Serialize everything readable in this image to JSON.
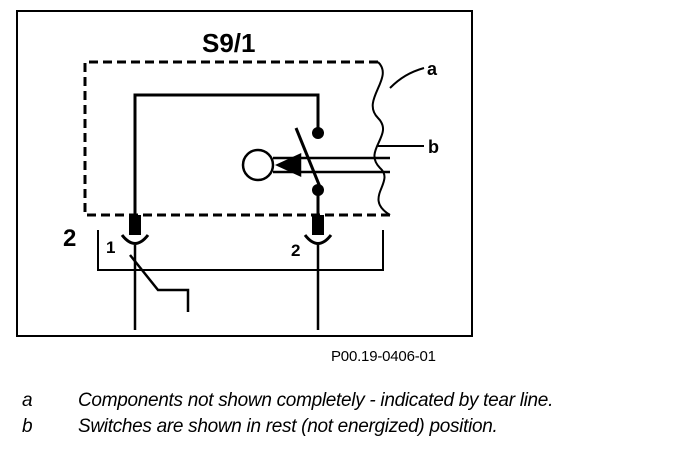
{
  "diagram": {
    "component_label": "S9/1",
    "connector_label": "2",
    "pin_labels": [
      "1",
      "2"
    ],
    "callouts": [
      "a",
      "b"
    ]
  },
  "reference_code": "P00.19-0406-01",
  "legend": [
    {
      "key": "a",
      "text": "Components not shown completely - indicated by tear line."
    },
    {
      "key": "b",
      "text": "Switches are shown in rest (not energized) position."
    }
  ]
}
